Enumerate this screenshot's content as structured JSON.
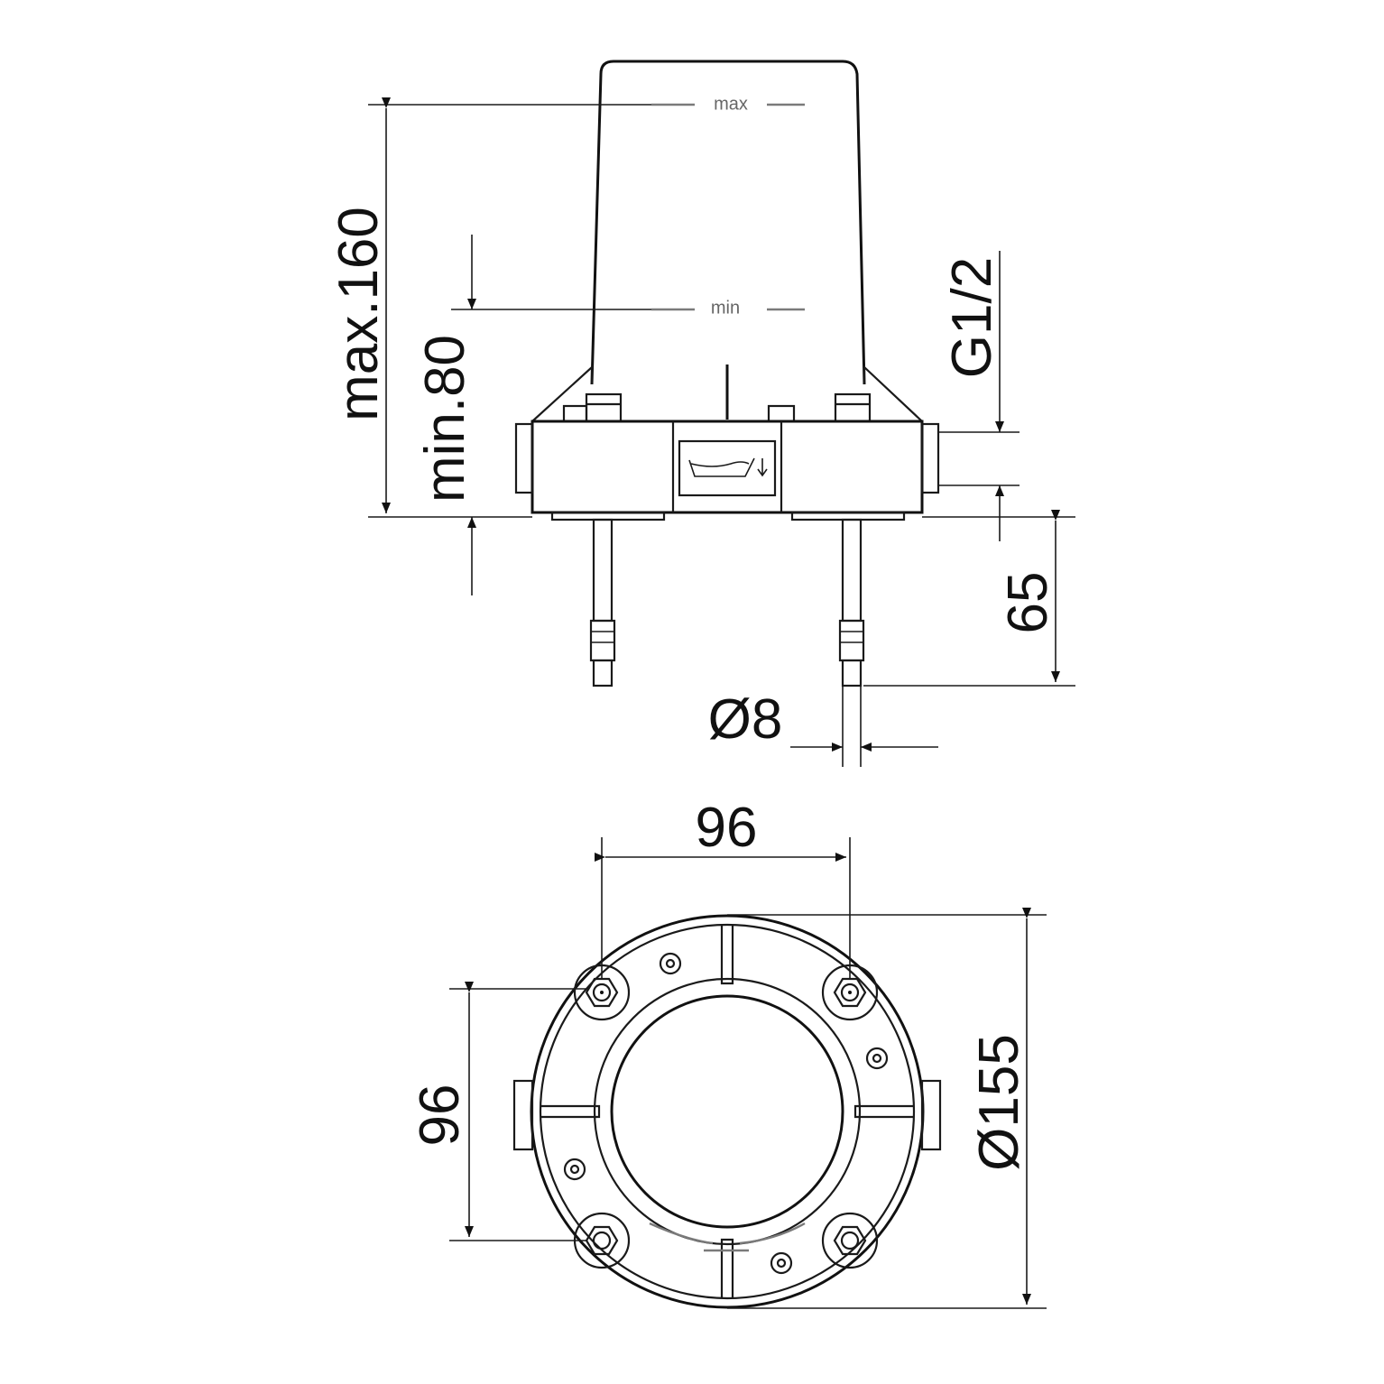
{
  "colors": {
    "line": "#1a1a1a",
    "background": "#ffffff",
    "marking": "#7a7a7a"
  },
  "side_view": {
    "max_marking": "max",
    "min_marking": "min",
    "dim_height_max": "max.160",
    "dim_height_min": "min.80",
    "dim_thread": "G1/2",
    "dim_pin_length": "65",
    "dim_pin_diameter": "Ø8",
    "drain_icon": "sink-drain-icon"
  },
  "top_view": {
    "dim_horizontal": "96",
    "dim_vertical": "96",
    "dim_diameter": "Ø155"
  }
}
